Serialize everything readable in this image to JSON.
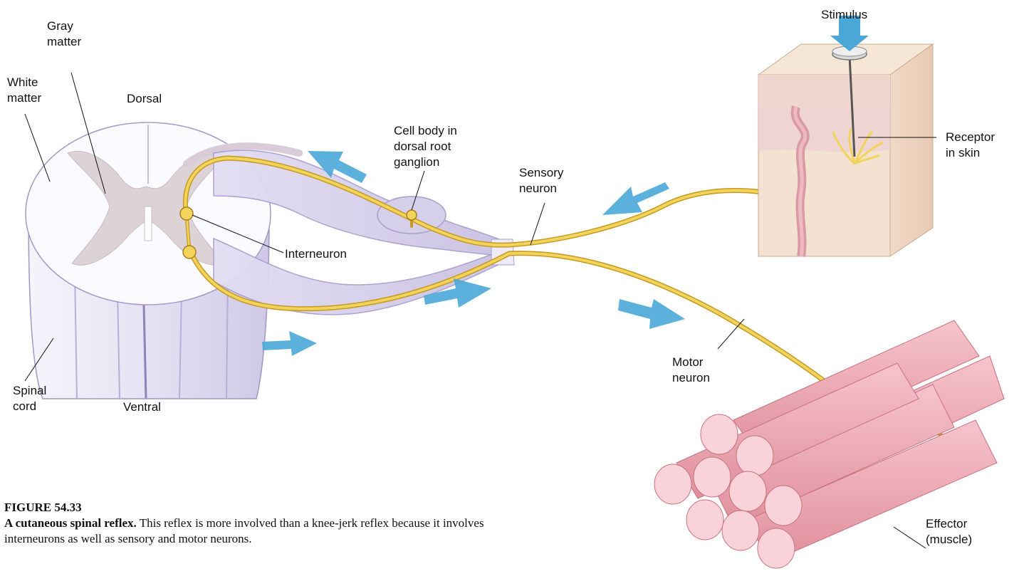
{
  "labels": {
    "gray_matter": "Gray\nmatter",
    "white_matter": "White\nmatter",
    "dorsal": "Dorsal",
    "ventral": "Ventral",
    "spinal_cord": "Spinal\ncord",
    "cell_body": "Cell body in\ndorsal root\nganglion",
    "sensory_neuron": "Sensory\nneuron",
    "interneuron": "Interneuron",
    "motor_neuron": "Motor\nneuron",
    "stimulus": "Stimulus",
    "receptor": "Receptor\nin skin",
    "effector": "Effector\n(muscle)"
  },
  "caption": {
    "number": "FIGURE 54.33",
    "title": "A cutaneous spinal reflex.",
    "text": " This reflex is more involved than a knee-jerk reflex because it involves interneurons as well as sensory and motor neurons."
  },
  "colors": {
    "nerve": "#f2d45c",
    "spinal_cord": "#ece8f6",
    "gray_matter": "#ddd3d6",
    "arrow": "#4aa8d8",
    "muscle": "#eeaab5",
    "skin": "#f3e2d2"
  }
}
